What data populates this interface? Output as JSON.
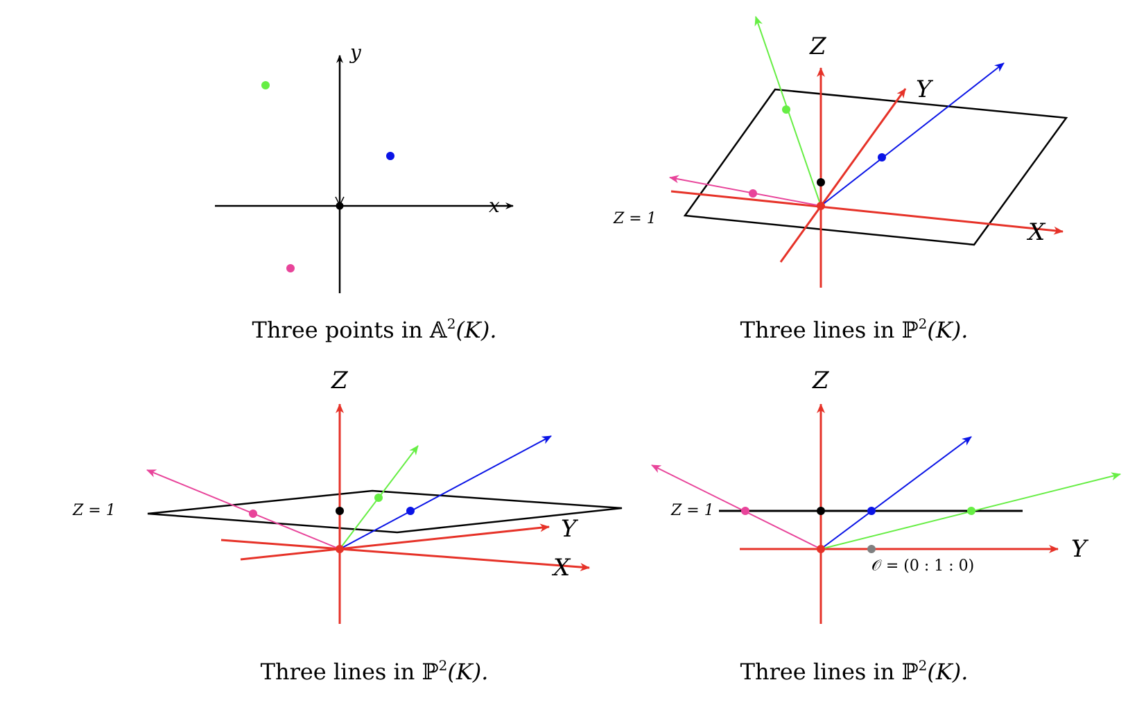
{
  "colors": {
    "axis": "#e63228",
    "black": "#000000",
    "green": "#66ee44",
    "blue": "#0a14e6",
    "pink": "#e8449a",
    "gray": "#808080"
  },
  "panels": [
    {
      "caption": {
        "text": "Three points in ",
        "space": "𝔸",
        "exp": "2",
        "field": "(K)."
      },
      "axes": {
        "x": "x",
        "y": "y"
      }
    },
    {
      "caption": {
        "text": "Three lines in ",
        "space": "ℙ",
        "exp": "2",
        "field": "(K)."
      },
      "axes": {
        "x": "X",
        "y": "Y",
        "z": "Z"
      },
      "plane_label": "Z = 1"
    },
    {
      "caption": {
        "text": "Three lines in ",
        "space": "ℙ",
        "exp": "2",
        "field": "(K)."
      },
      "axes": {
        "x": "X",
        "y": "Y",
        "z": "Z"
      },
      "plane_label": "Z = 1"
    },
    {
      "caption": {
        "text": "Three lines in ",
        "space": "ℙ",
        "exp": "2",
        "field": "(K)."
      },
      "axes": {
        "y": "Y",
        "z": "Z"
      },
      "plane_label": "Z = 1",
      "origin_label": "𝒪 = (0 : 1 : 0)"
    }
  ]
}
